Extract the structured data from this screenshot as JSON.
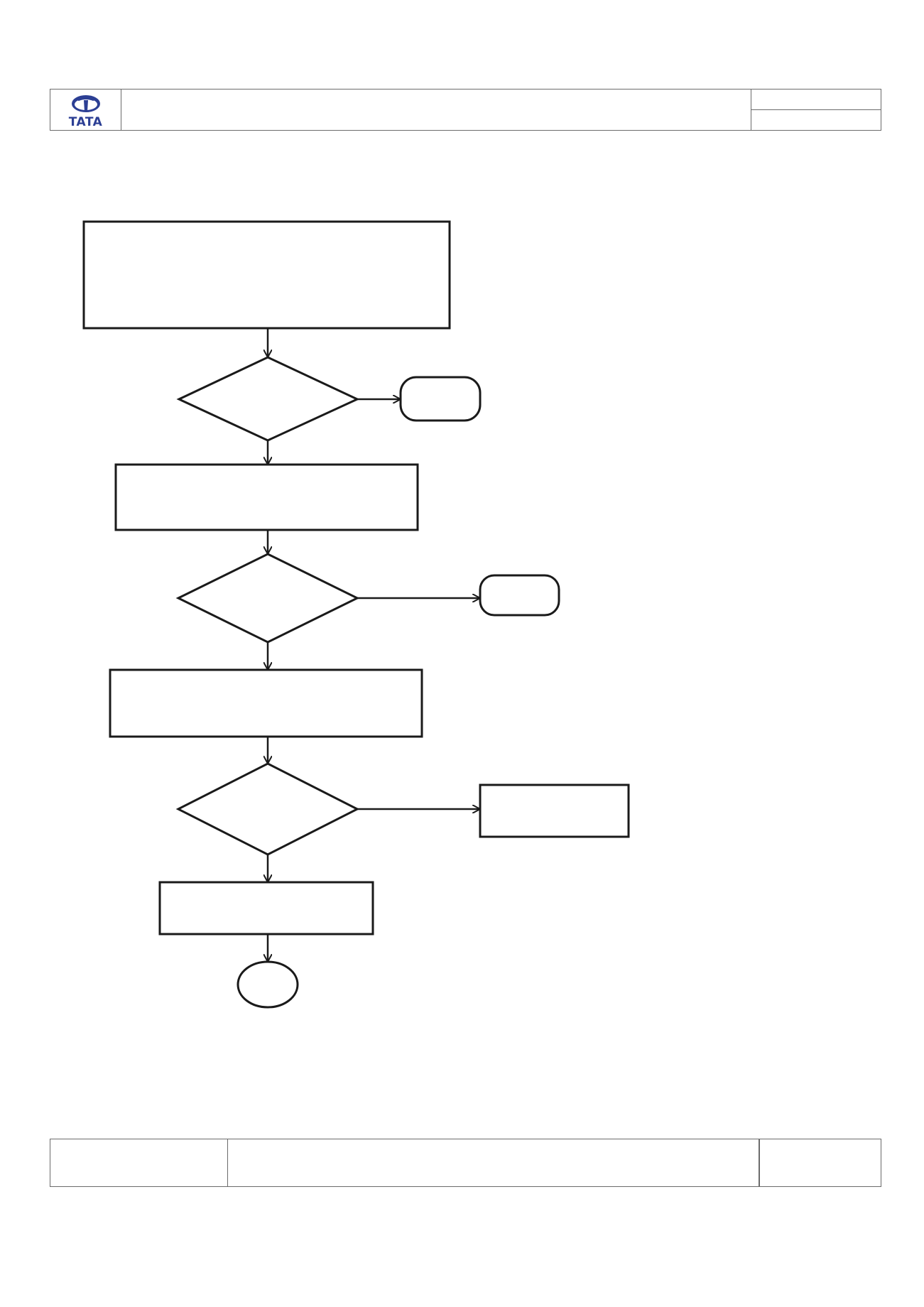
{
  "header": {
    "logo_text": "TATA",
    "brand_color": "#2c3f94"
  },
  "diagram": {
    "stroke_color": "#1a1a1a",
    "nodes": [
      {
        "id": "process-1",
        "shape": "rectangle"
      },
      {
        "id": "decision-1",
        "shape": "diamond"
      },
      {
        "id": "terminal-1",
        "shape": "rounded-rectangle"
      },
      {
        "id": "process-2",
        "shape": "rectangle"
      },
      {
        "id": "decision-2",
        "shape": "diamond"
      },
      {
        "id": "terminal-2",
        "shape": "rounded-rectangle"
      },
      {
        "id": "process-3",
        "shape": "rectangle"
      },
      {
        "id": "decision-3",
        "shape": "diamond"
      },
      {
        "id": "process-side",
        "shape": "rectangle"
      },
      {
        "id": "process-4",
        "shape": "rectangle"
      },
      {
        "id": "end",
        "shape": "ellipse"
      }
    ],
    "edges": [
      {
        "from": "process-1",
        "to": "decision-1"
      },
      {
        "from": "decision-1",
        "to": "terminal-1"
      },
      {
        "from": "decision-1",
        "to": "process-2"
      },
      {
        "from": "process-2",
        "to": "decision-2"
      },
      {
        "from": "decision-2",
        "to": "terminal-2"
      },
      {
        "from": "decision-2",
        "to": "process-3"
      },
      {
        "from": "process-3",
        "to": "decision-3"
      },
      {
        "from": "decision-3",
        "to": "process-side"
      },
      {
        "from": "decision-3",
        "to": "process-4"
      },
      {
        "from": "process-4",
        "to": "end"
      }
    ]
  }
}
